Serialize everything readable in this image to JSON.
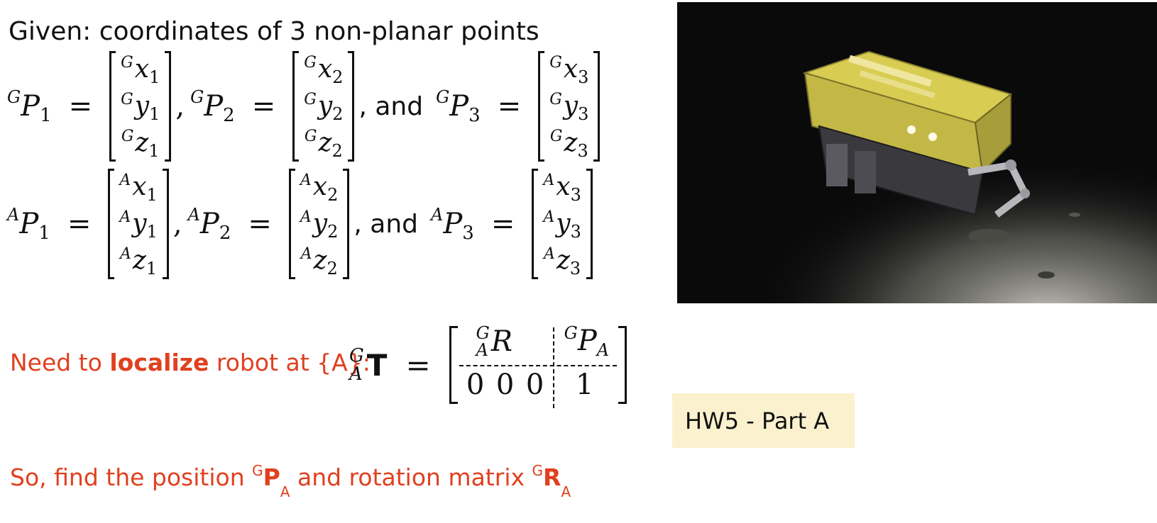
{
  "given_text": "Given:  coordinates of 3 non-planar points",
  "frames": {
    "global": "G",
    "local": "A"
  },
  "point_symbol": "P",
  "equals": "=",
  "comma": ",",
  "and_text": ", and",
  "global_points": [
    {
      "index": "1",
      "x": "x",
      "y": "y",
      "z": "z"
    },
    {
      "index": "2",
      "x": "x",
      "y": "y",
      "z": "z"
    },
    {
      "index": "3",
      "x": "x",
      "y": "y",
      "z": "z"
    }
  ],
  "local_points": [
    {
      "index": "1",
      "x": "x",
      "y": "y",
      "z": "z"
    },
    {
      "index": "2",
      "x": "x",
      "y": "y",
      "z": "z"
    },
    {
      "index": "3",
      "x": "x",
      "y": "y",
      "z": "z"
    }
  ],
  "localize": {
    "prefix": "Need to ",
    "bold": "localize",
    "suffix": " robot at {A}:"
  },
  "transform": {
    "symbol": "T",
    "rotation_symbol": "R",
    "zeros": [
      "0",
      "0",
      "0"
    ],
    "one": "1"
  },
  "find": {
    "text1": "So, find the position ",
    "sup1": "G",
    "bold1": "P",
    "sub1": "A",
    "text2": " and rotation matrix ",
    "sup2": "G",
    "bold2": "R",
    "sub2": "A"
  },
  "hw_label": "HW5 - Part A",
  "photo_colors": {
    "hull": "#d8cc52",
    "seafloor": "#9c9b92",
    "water": "#0b0b0c"
  }
}
